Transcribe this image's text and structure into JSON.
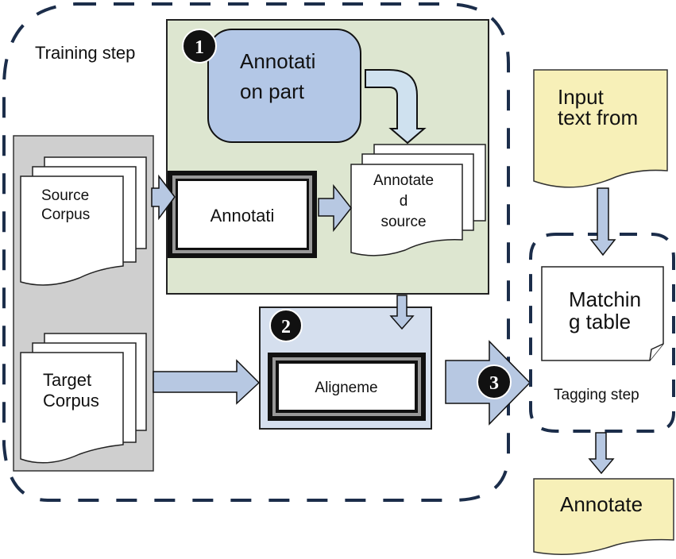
{
  "diagram": {
    "training_step_label": "Training step",
    "tagging_step_label": "Tagging step",
    "markers": [
      "1",
      "2",
      "3"
    ],
    "annotation_part": {
      "lines": [
        "Annotati",
        "on part"
      ]
    },
    "annotation_box": {
      "label": "Annotati"
    },
    "annotated_source": {
      "lines": [
        "Annotate",
        "d",
        "source"
      ]
    },
    "source_corpus": {
      "lines": [
        "Source",
        "Corpus"
      ]
    },
    "target_corpus": {
      "lines": [
        "Target",
        "Corpus"
      ]
    },
    "alignment_box": {
      "label": "Aligneme"
    },
    "input_text": {
      "lines": [
        "Input",
        "text from"
      ]
    },
    "matching_table": {
      "lines": [
        "Matchin",
        "g table"
      ]
    },
    "output_annotated": {
      "label": "Annotate"
    },
    "colors": {
      "dash": "#1b2d4a",
      "green_panel": "#dde6d0",
      "blue_box": "#b3c7e6",
      "arrow_fill": "#b7c8e2",
      "light_arrow": "#cfe1ef",
      "gray_panel": "#cfcfcf",
      "align_panel": "#d5dfee",
      "yellow_doc": "#f7f0b8"
    }
  }
}
